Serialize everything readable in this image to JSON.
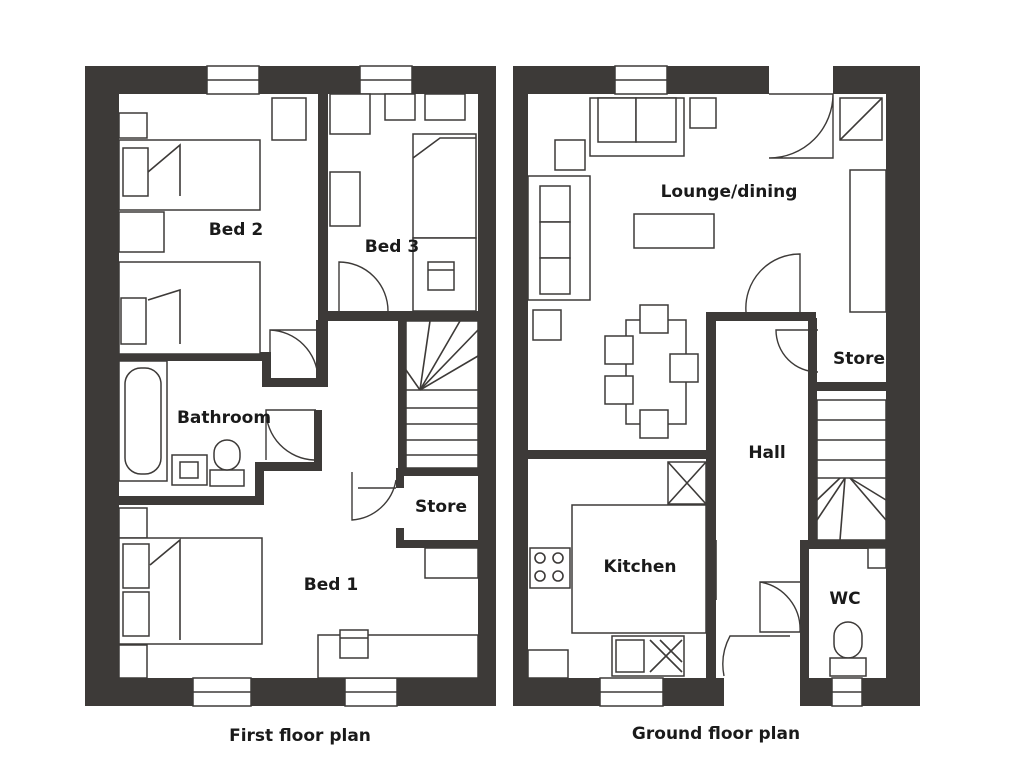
{
  "rooms": {
    "bed2": "Bed 2",
    "bed3": "Bed 3",
    "bathroom": "Bathroom",
    "store_first": "Store",
    "bed1": "Bed 1",
    "lounge": "Lounge/dining",
    "store_ground": "Store",
    "hall": "Hall",
    "kitchen": "Kitchen",
    "wc": "WC"
  },
  "captions": {
    "first_floor": "First floor plan",
    "ground_floor": "Ground floor plan"
  },
  "colors": {
    "wall": "#3d3a38",
    "background": "#ffffff"
  }
}
